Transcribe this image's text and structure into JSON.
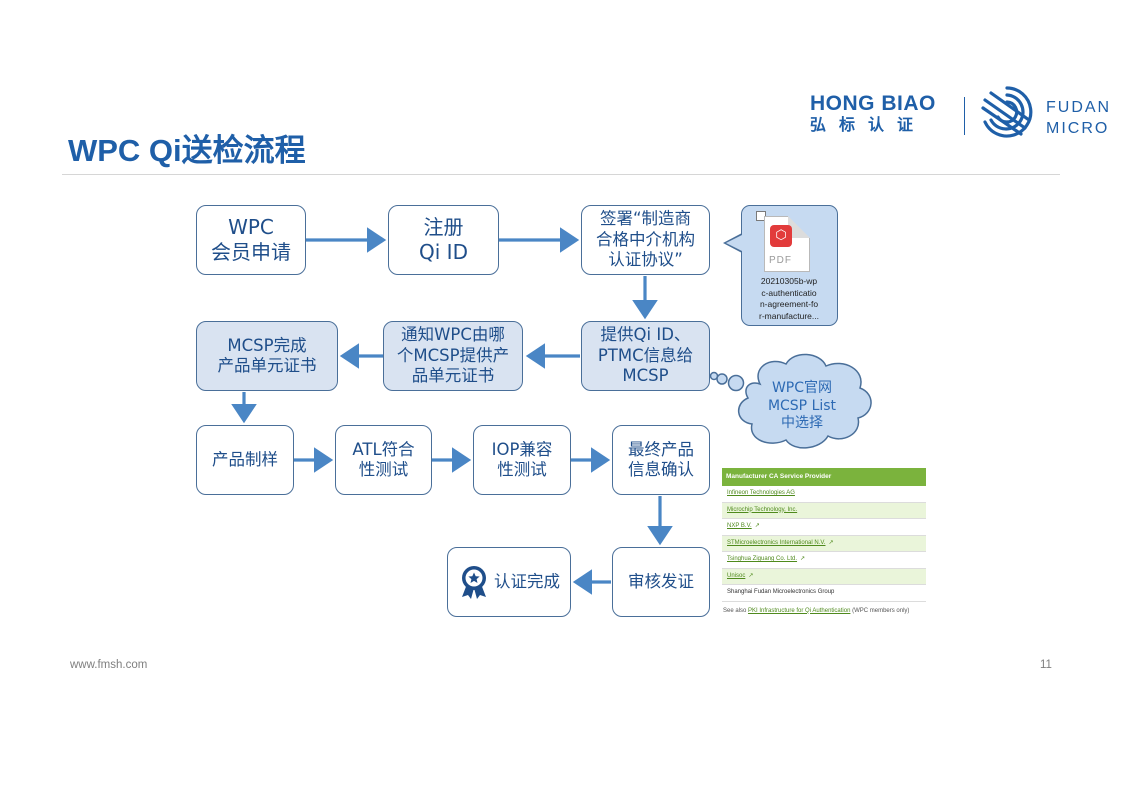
{
  "slide": {
    "title": "WPC Qi送检流程",
    "footer_url": "www.fmsh.com",
    "page_number": "11"
  },
  "logos": {
    "hongbiao_en": "HONG BIAO",
    "hongbiao_cn": "弘标认证",
    "fudan_line1": "FUDAN",
    "fudan_line2": "MICRO"
  },
  "flow": {
    "wpc_apply": "WPC\n会员申请",
    "register_qi_id": "注册\nQi ID",
    "sign_agreement": "签署“制造商\n合格中介机构\n认证协议”",
    "provide_info": "提供Qi ID、\nPTMC信息给\nMCSP",
    "notify_wpc": "通知WPC由哪\n个MCSP提供产\n品单元证书",
    "mcsp_complete": "MCSP完成\n产品单元证书",
    "product_sample": "产品制样",
    "atl_test": "ATL符合\n性测试",
    "iop_test": "IOP兼容\n性测试",
    "final_confirm": "最终产品\n信息确认",
    "review_issue": "审核发证",
    "cert_complete": "认证完成"
  },
  "attachment": {
    "type_label": "PDF",
    "filename": "20210305b-wp\nc-authenticatio\nn-agreement-fo\nr-manufacture..."
  },
  "cloud_note": "WPC官网\nMCSP List\n中选择",
  "mcsp_table": {
    "header": "Manufacturer CA Service Provider",
    "rows": [
      {
        "name": "Infineon Technologies AG",
        "link": true,
        "external": false
      },
      {
        "name": "Microchip Technology, Inc.",
        "link": true,
        "external": false
      },
      {
        "name": "NXP B.V.",
        "link": true,
        "external": true
      },
      {
        "name": "STMicroelectronics International N.V.",
        "link": true,
        "external": true
      },
      {
        "name": "Tsinghua Ziguang Co. Ltd.",
        "link": true,
        "external": true
      },
      {
        "name": "Unisoc",
        "link": true,
        "external": true
      },
      {
        "name": "Shanghai Fudan Microelectronics Group",
        "link": false,
        "external": false
      }
    ],
    "note_prefix": "See also",
    "note_link": "PKI Infrastructure for Qi Authentication",
    "note_suffix": "(WPC members only)"
  },
  "colors": {
    "title_blue": "#1f5fa8",
    "box_border": "#4a6f99",
    "box_fill": "#d9e3f1",
    "arrow": "#4a86c5",
    "cloud_fill": "#c6daf1",
    "table_green": "#7bb33d"
  },
  "icons": {
    "cert_badge": "award-ribbon-icon",
    "pdf_app": "pdf-app-icon",
    "external_link": "external-link-icon"
  }
}
